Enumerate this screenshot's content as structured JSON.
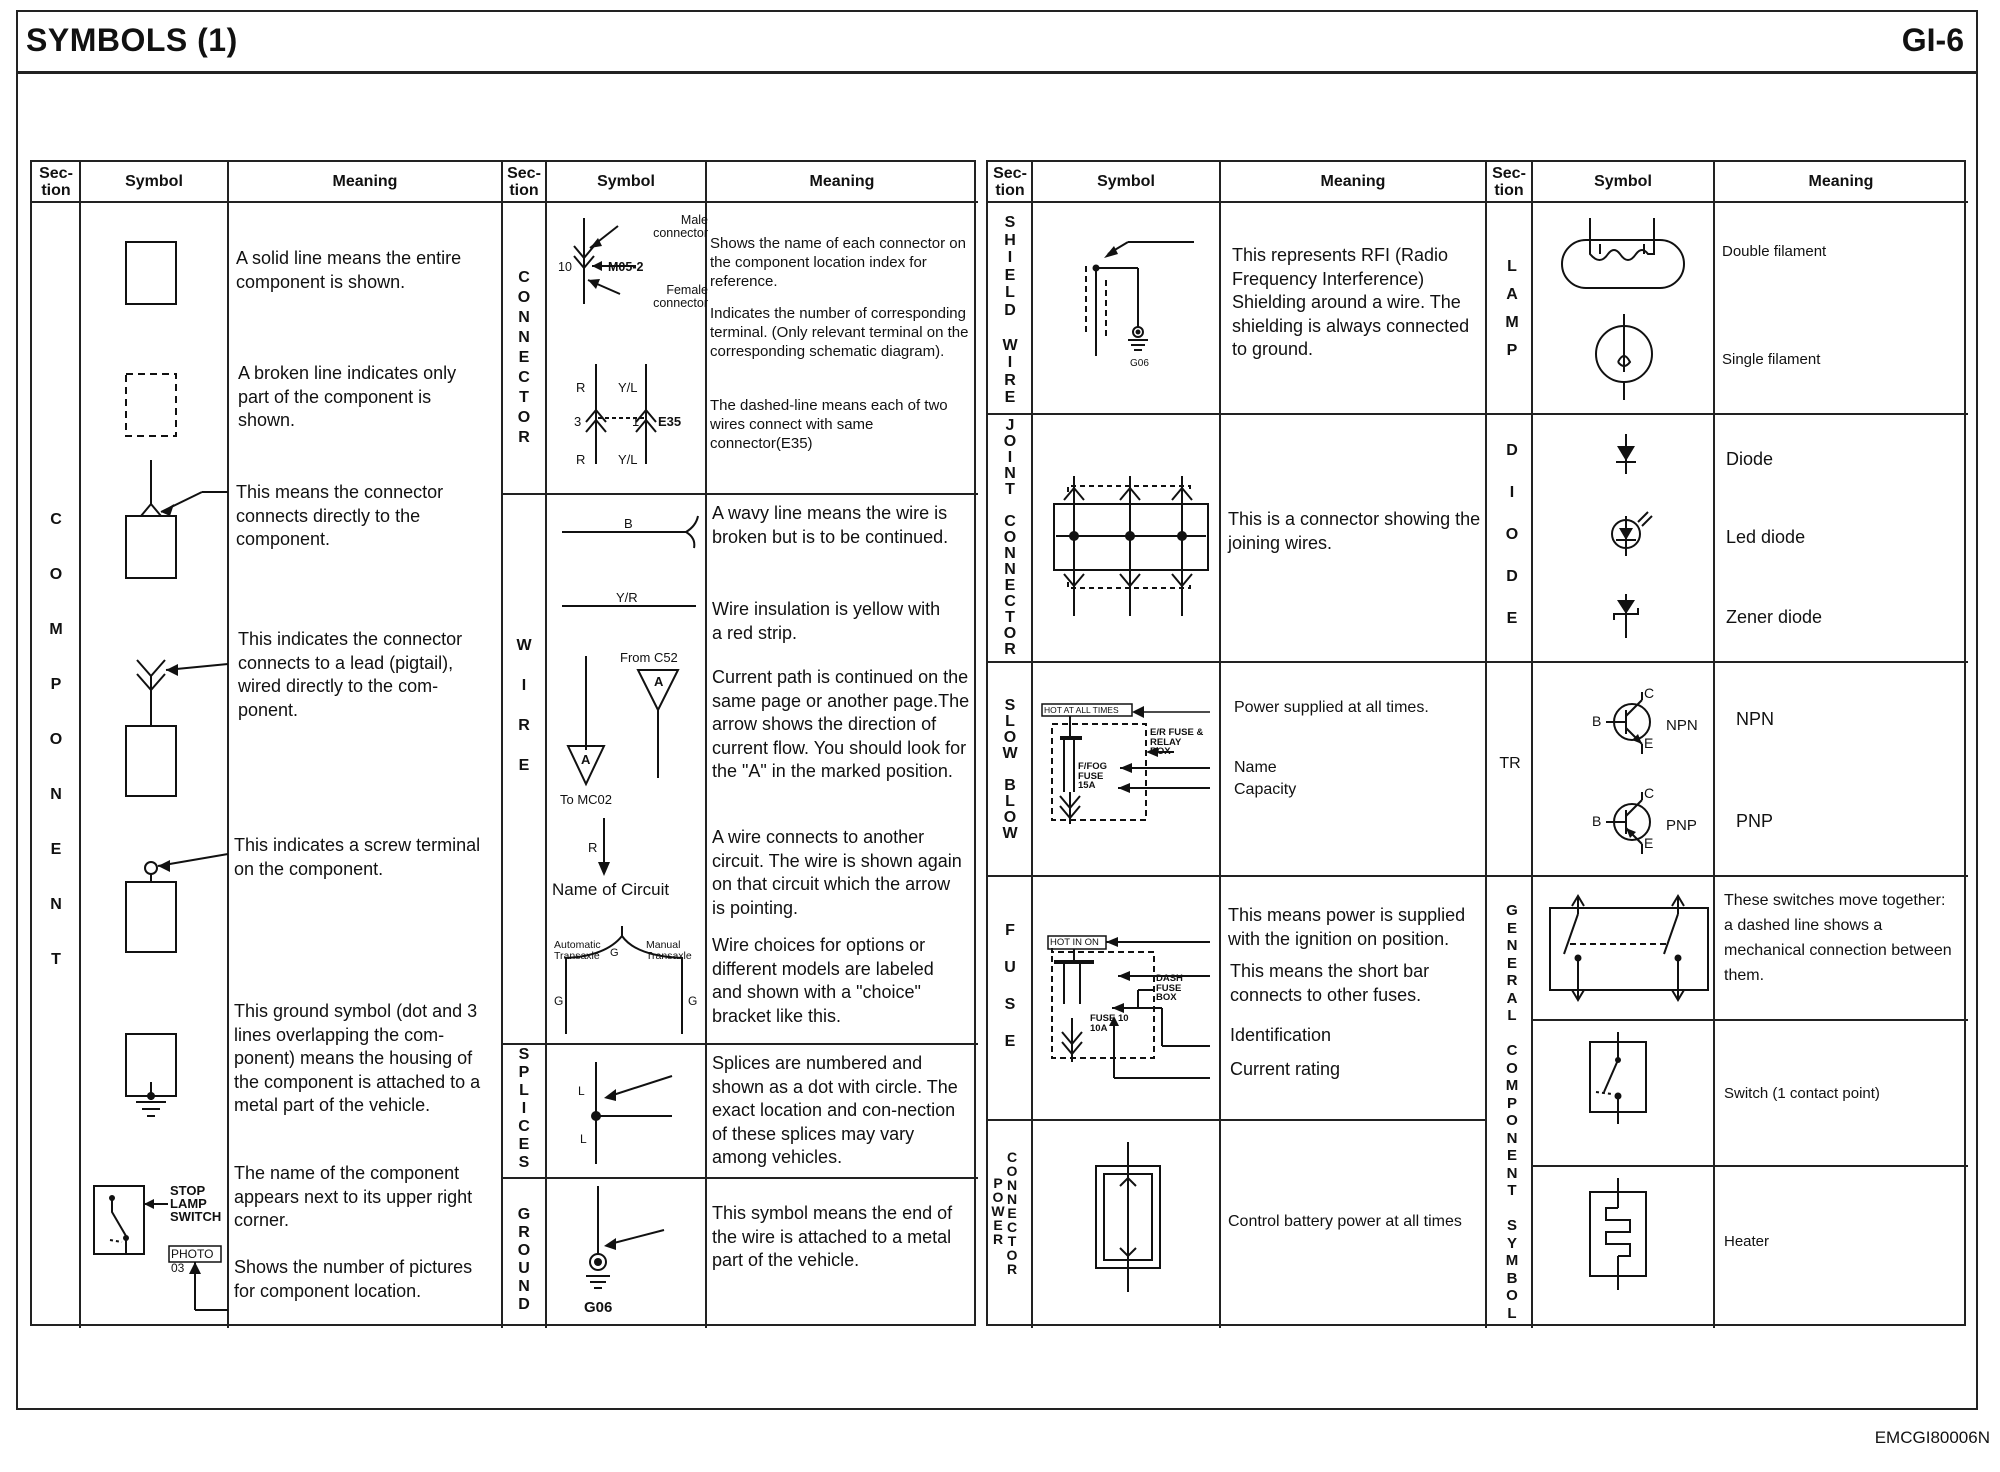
{
  "header": {
    "title": "SYMBOLS (1)",
    "page": "GI-6"
  },
  "footer": {
    "doc_id": "EMCGI80006N"
  },
  "columns": {
    "section": "Sec-\ntion",
    "symbol": "Symbol",
    "meaning": "Meaning"
  },
  "left_table": {
    "component": {
      "section": "C\nO\nM\nP\nO\nN\nE\nN\nT",
      "rows": [
        "A solid line means the entire component is shown.",
        "A broken line indicates only part of the component is shown.",
        "This means the connector connects directly to the component.",
        "This indicates the connector connects to a lead (pigtail), wired directly to the com-ponent.",
        "This indicates a screw terminal on the component.",
        "This ground symbol (dot and 3 lines overlapping the com-ponent) means the housing of the component is attached to a metal part of the vehicle.",
        "The name of the component appears next to its upper right corner.",
        "Shows the number of pictures for component location."
      ],
      "stop_lamp_label": "STOP\nLAMP\nSWITCH",
      "photo_label": "PHOTO 03"
    },
    "connector": {
      "section": "C\nO\nN\nN\nE\nC\nT\nO\nR",
      "m1": "Shows the name of each connector on the component location index for reference.",
      "m2": "Indicates the number of corresponding terminal. (Only relevant terminal on the corresponding schematic diagram).",
      "m3": "The dashed-line means each of two wires connect with same connector(E35)",
      "male": "Male\nconnector",
      "female": "Female\nconnector",
      "num10": "10",
      "m052": "M05-2",
      "r_top": "R",
      "yl_top": "Y/L",
      "n3": "3",
      "n1": "1",
      "e35": "E35",
      "r_bot": "R",
      "yl_bot": "Y/L"
    },
    "wire": {
      "section": "W\n\nI\n\nR\n\nE",
      "m1": "A wavy line means the wire is broken but is to be continued.",
      "m2": "Wire insulation is yellow with a red strip.",
      "m3": "Current path is continued on the same page or another page.The arrow shows the direction of current flow. You should look for the \"A\" in the marked position.",
      "m4": "A wire connects to another circuit. The wire is shown again on that circuit which the arrow is pointing.",
      "m5": "Wire choices for options or different models are labeled and shown with a \"choice\" bracket like this.",
      "b": "B",
      "yr": "Y/R",
      "from": "From C52",
      "to": "To MC02",
      "a": "A",
      "r": "R",
      "name_circuit": "Name of Circuit",
      "auto": "Automatic\nTransaxle",
      "manual": "Manual\nTransaxle",
      "g": "G"
    },
    "splices": {
      "section": "S\nP\nL\nI\nC\nE\nS",
      "m": "Splices are numbered and shown as a dot with circle. The exact location and con-nection of these splices may vary among vehicles.",
      "l": "L"
    },
    "ground": {
      "section": "G\nR\nO\nU\nN\nD",
      "m": "This symbol means the end of the wire is attached to a metal part of the vehicle.",
      "g06": "G06"
    }
  },
  "right_table": {
    "shield": {
      "section": "S\nH\nI\nE\nL\nD\n\nW\nI\nR\nE",
      "m": "This represents RFI (Radio Frequency Interference) Shielding around a wire. The shielding is always connected to ground.",
      "g06": "G06"
    },
    "joint": {
      "section": "J\nO\nI\nN\nT\n\nC\nO\nN\nN\nE\nC\nT\nO\nR",
      "m": "This is a connector showing the joining wires."
    },
    "slow_blow": {
      "section": "S\nL\nO\nW\n\nB\nL\nO\nW",
      "m1": "Power supplied at all times.",
      "m2": "Name",
      "m3": "Capacity",
      "hot": "HOT AT ALL TIMES",
      "er": "E/R FUSE &\nRELAY\nBOX",
      "ffog": "F/FOG\nFUSE\n15A"
    },
    "fuse": {
      "section": "F\n\nU\n\nS\n\nE",
      "m1": "This means power is supplied with the ignition on position.",
      "m2": "This means the short bar connects to other fuses.",
      "m3": "Identification",
      "m4": "Current rating",
      "hot": "HOT IN ON",
      "dash": "DASH\nFUSE\nBOX",
      "fuse10": "FUSE 10\n10A"
    },
    "power_connector": {
      "section": "P\nO\nW\nE\nR",
      "section2": "C\nO\nN\nN\nE\nC\nT\nO\nR",
      "m": "Control battery power at all times"
    },
    "lamp": {
      "section": "L\n\nA\n\nM\n\nP",
      "m1": "Double filament",
      "m2": "Single filament"
    },
    "diode": {
      "section": "D\n\nI\n\nO\n\nD\n\nE",
      "m1": "Diode",
      "m2": "Led diode",
      "m3": "Zener diode"
    },
    "tr": {
      "section": "TR",
      "m1": "NPN",
      "m2": "PNP",
      "npn": "NPN",
      "pnp": "PNP",
      "b": "B",
      "c": "C",
      "e": "E"
    },
    "general": {
      "section": "G\nE\nN\nE\nR\nA\nL\n\nC\nO\nM\nP\nO\nN\nE\nN\nT\n\nS\nY\nM\nB\nO\nL",
      "m1": "These switches move together: a dashed line shows a mechanical connection between them.",
      "m2": "Switch (1 contact point)",
      "m3": "Heater"
    }
  }
}
